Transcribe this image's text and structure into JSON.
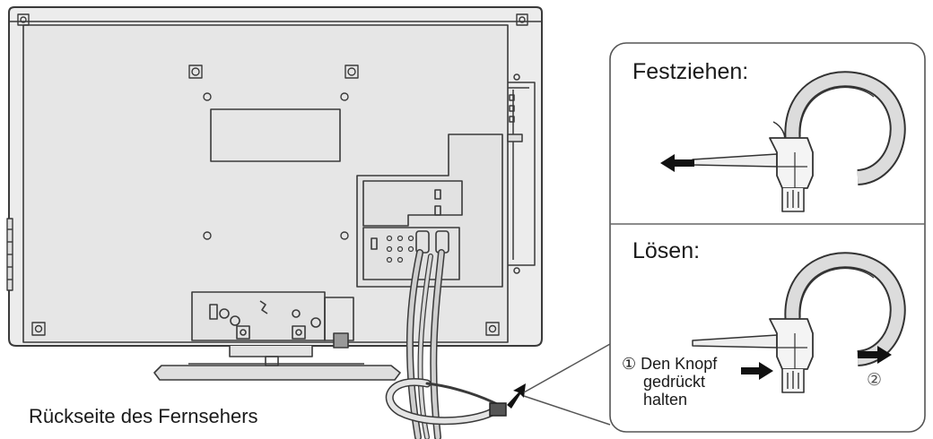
{
  "tv": {
    "caption": "Rückseite des Fernsehers"
  },
  "detail": {
    "tighten": {
      "title": "Festziehen:"
    },
    "release": {
      "title": "Lösen:",
      "step1_marker": "①",
      "step1_lines": [
        "Den Knopf",
        "gedrückt",
        "halten"
      ],
      "step2_marker": "②"
    }
  },
  "colors": {
    "line": "#3a3a3a",
    "tv_fill": "#e9e9e9",
    "panel_border": "#555555",
    "arrow": "#111111"
  }
}
